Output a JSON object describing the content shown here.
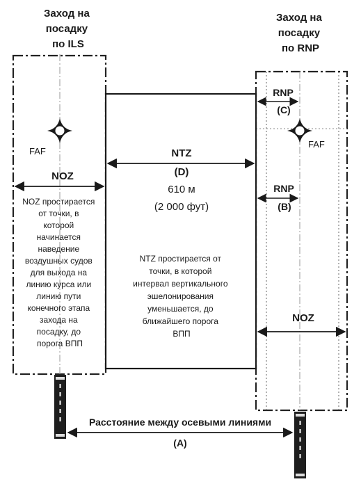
{
  "approaches": {
    "ils": {
      "title_lines": [
        "Заход на",
        "посадку",
        "по ILS"
      ]
    },
    "rnp": {
      "title_lines": [
        "Заход на",
        "посадку",
        "по RNP"
      ]
    }
  },
  "labels": {
    "faf": "FAF",
    "noz": "NOZ",
    "ntz": "NTZ",
    "ntz_code": "(D)",
    "ntz_width_m": "610 м",
    "ntz_width_ft": "(2 000 фут)",
    "rnp": "RNP",
    "rnp_c": "(C)",
    "rnp_b": "(B)",
    "distance": "Расстояние между осевыми линиями",
    "distance_code": "(A)"
  },
  "texts": {
    "noz_description": [
      "NOZ простирается",
      "от точки, в",
      "которой",
      "начинается",
      "наведение",
      "воздушных судов",
      "для выхода на",
      "линию курса или",
      "линию пути",
      "конечного этапа",
      "захода на",
      "посадку, до",
      "порога ВПП"
    ],
    "ntz_description": [
      "NTZ простирается от",
      "точки, в которой",
      "интервал вертикального",
      "эшелонирования",
      "уменьшается, до",
      "ближайшего порога",
      "ВПП"
    ]
  }
}
